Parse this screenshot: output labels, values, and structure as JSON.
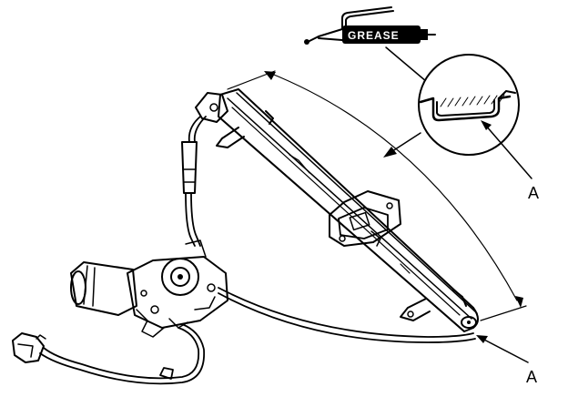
{
  "diagram": {
    "tube_label": "GREASE",
    "callouts": [
      {
        "id": "a-upper",
        "label": "A"
      },
      {
        "id": "a-lower",
        "label": "A"
      }
    ]
  },
  "colors": {
    "ink": "#000000",
    "paper": "#ffffff",
    "grease_hatch": "#000000"
  }
}
